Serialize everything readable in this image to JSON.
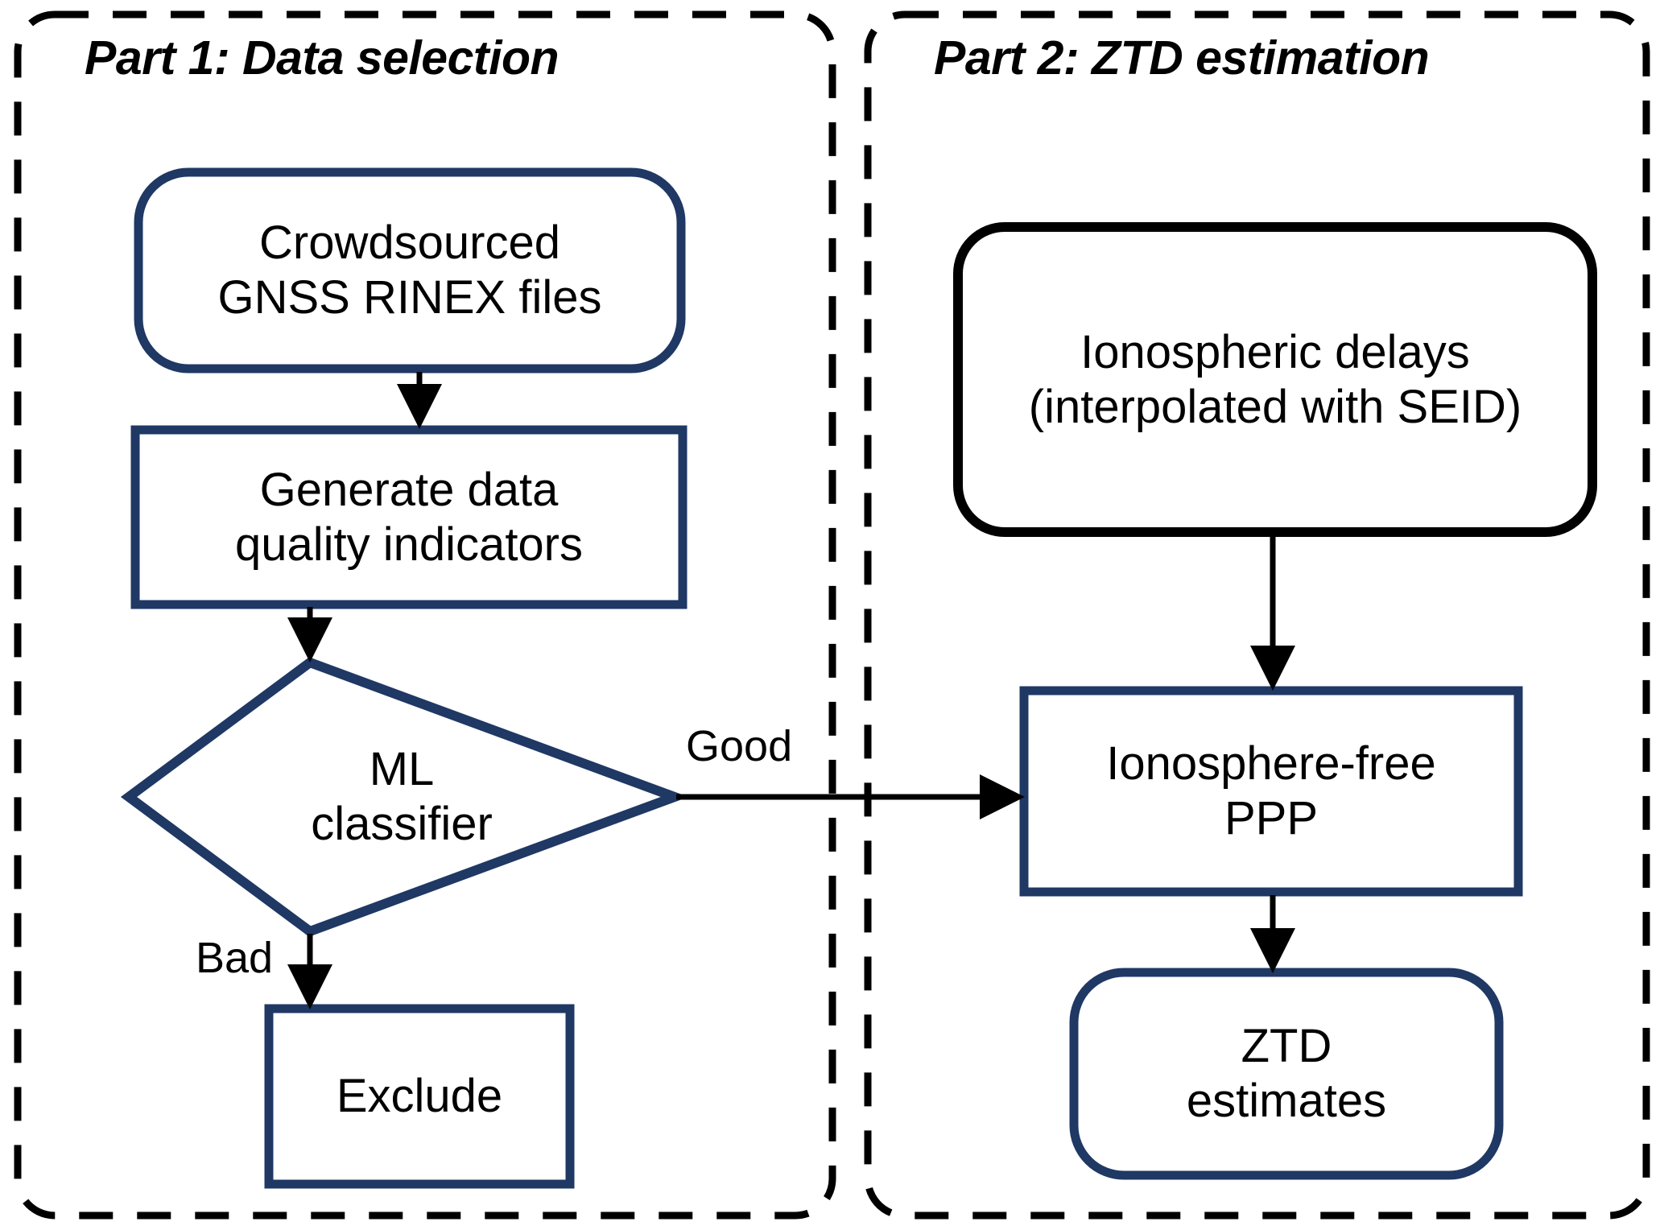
{
  "figure": {
    "kind": "flowchart",
    "background_color": "#ffffff",
    "accent_color": "#1F3864",
    "outline_color": "#000000"
  },
  "panels": [
    {
      "id": "part1",
      "title": "Part 1: Data selection"
    },
    {
      "id": "part2",
      "title": "Part 2: ZTD estimation"
    }
  ],
  "nodes": {
    "crowdsourced": {
      "line1": "Crowdsourced",
      "line2": "GNSS RINEX files",
      "shape": "rounded-rect",
      "border_color": "#1F3864"
    },
    "generate": {
      "line1": "Generate data",
      "line2": "quality indicators",
      "shape": "rect",
      "border_color": "#1F3864"
    },
    "classifier": {
      "line1": "ML",
      "line2": "classifier",
      "shape": "diamond",
      "border_color": "#1F3864"
    },
    "exclude": {
      "line1": "Exclude",
      "shape": "rect",
      "border_color": "#1F3864"
    },
    "iono_delays": {
      "line1": "Ionospheric delays",
      "line2": "(interpolated with SEID)",
      "shape": "rounded-rect",
      "border_color": "#000000"
    },
    "ppp": {
      "line1": "Ionosphere-free",
      "line2": "PPP",
      "shape": "rect",
      "border_color": "#1F3864"
    },
    "ztd": {
      "line1": "ZTD",
      "line2": "estimates",
      "shape": "rounded-rect",
      "border_color": "#1F3864"
    }
  },
  "edges": [
    {
      "id": "crowdsourced-to-generate",
      "label": ""
    },
    {
      "id": "generate-to-classifier",
      "label": ""
    },
    {
      "id": "classifier-to-ppp",
      "label": "Good"
    },
    {
      "id": "classifier-to-exclude",
      "label": "Bad"
    },
    {
      "id": "iono-to-ppp",
      "label": ""
    },
    {
      "id": "ppp-to-ztd",
      "label": ""
    }
  ],
  "edge_labels": {
    "good": "Good",
    "bad": "Bad"
  }
}
